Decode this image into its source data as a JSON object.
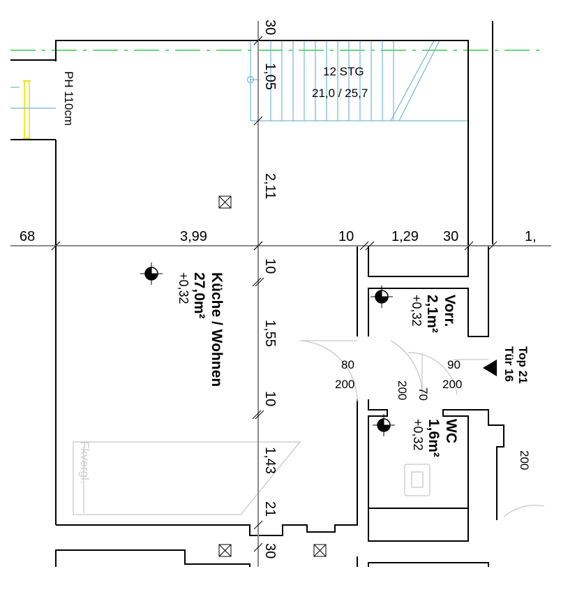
{
  "dimensions": {
    "horizontal": [
      "68",
      "3,99",
      "10",
      "1,29",
      "30",
      "1,"
    ],
    "vertical": [
      "30",
      "1,05",
      "2,11",
      "10",
      "1,55",
      "10",
      "1,43",
      "21",
      "30"
    ]
  },
  "rooms": {
    "kitchen": {
      "name": "Küche / Wohnen",
      "area": "27,0m²",
      "level": "+0,32"
    },
    "vorraum": {
      "name": "Vorr.",
      "area": "2,1m²",
      "level": "+0,32"
    },
    "wc": {
      "name": "WC",
      "area": "1,6m²",
      "level": "+0,32"
    }
  },
  "doors": {
    "kitchen_door": {
      "width": "80",
      "height": "200"
    },
    "entrance_door": {
      "width": "90",
      "height": "200"
    },
    "wc_door": {
      "width": "70",
      "height": "200"
    },
    "right_height": "200"
  },
  "stair": {
    "steps": "12 STG",
    "ratio": "21,0 / 25,7"
  },
  "parapet": "PH 110cm",
  "entrance": {
    "top": "Top 21",
    "door": "Tür 16"
  },
  "faint_label": "Fkvergl.",
  "colors": {
    "walls": "#000000",
    "stair": "#6fb6d9",
    "axis": "#2ed14a",
    "window": "#f2ea2a"
  }
}
